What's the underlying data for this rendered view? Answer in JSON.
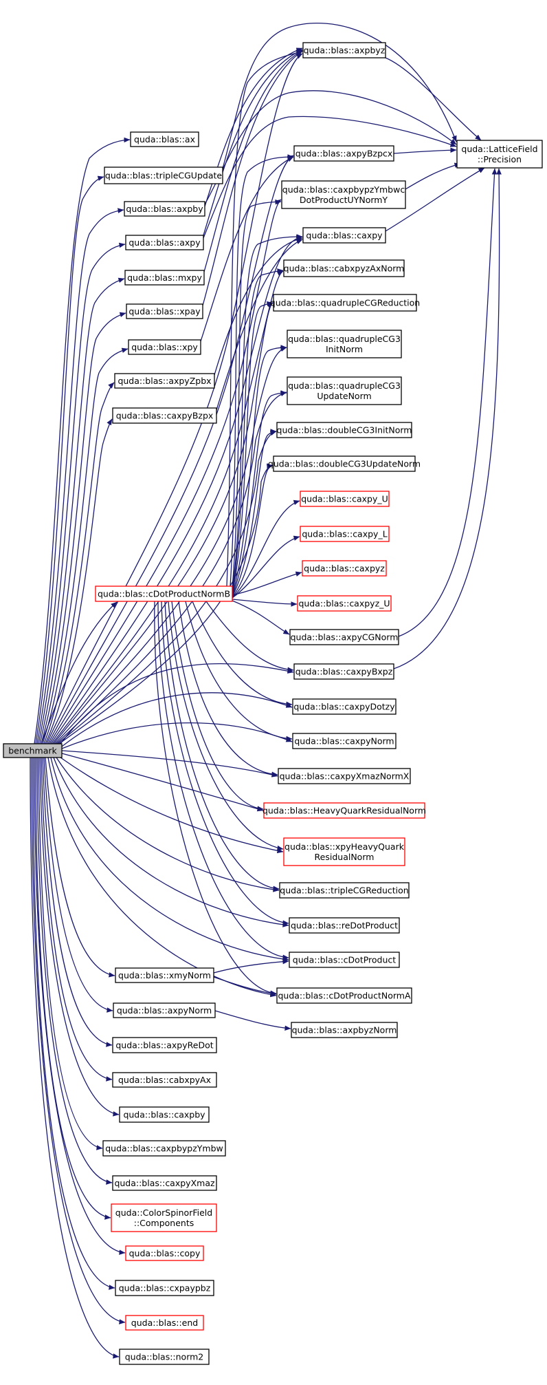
{
  "colors": {
    "edge": "#191970",
    "border_normal": "#000000",
    "border_truncated": "#ff0000",
    "root_fill": "#bfbfbf",
    "node_fill": "#ffffff"
  },
  "nodes": {
    "benchmark": {
      "lines": [
        "benchmark"
      ],
      "style": "root"
    },
    "ax": {
      "lines": [
        "quda::blas::ax"
      ],
      "style": "normal"
    },
    "tripleCGUpdate": {
      "lines": [
        "quda::blas::tripleCGUpdate"
      ],
      "style": "normal"
    },
    "axpby": {
      "lines": [
        "quda::blas::axpby"
      ],
      "style": "normal"
    },
    "axpy": {
      "lines": [
        "quda::blas::axpy"
      ],
      "style": "normal"
    },
    "mxpy": {
      "lines": [
        "quda::blas::mxpy"
      ],
      "style": "normal"
    },
    "xpay": {
      "lines": [
        "quda::blas::xpay"
      ],
      "style": "normal"
    },
    "xpy": {
      "lines": [
        "quda::blas::xpy"
      ],
      "style": "normal"
    },
    "axpyZpbx": {
      "lines": [
        "quda::blas::axpyZpbx"
      ],
      "style": "normal"
    },
    "caxpyBzpx": {
      "lines": [
        "quda::blas::caxpyBzpx"
      ],
      "style": "normal"
    },
    "cDotProductNormB": {
      "lines": [
        "quda::blas::cDotProductNormB"
      ],
      "style": "truncated"
    },
    "xmyNorm": {
      "lines": [
        "quda::blas::xmyNorm"
      ],
      "style": "normal"
    },
    "axpyNorm": {
      "lines": [
        "quda::blas::axpyNorm"
      ],
      "style": "normal"
    },
    "axpyReDot": {
      "lines": [
        "quda::blas::axpyReDot"
      ],
      "style": "normal"
    },
    "cabxpyAx": {
      "lines": [
        "quda::blas::cabxpyAx"
      ],
      "style": "normal"
    },
    "caxpby": {
      "lines": [
        "quda::blas::caxpby"
      ],
      "style": "normal"
    },
    "caxpbypzYmbw": {
      "lines": [
        "quda::blas::caxpbypzYmbw"
      ],
      "style": "normal"
    },
    "caxpyXmaz": {
      "lines": [
        "quda::blas::caxpyXmaz"
      ],
      "style": "normal"
    },
    "Components": {
      "lines": [
        "quda::ColorSpinorField",
        "::Components"
      ],
      "style": "truncated"
    },
    "copy": {
      "lines": [
        "quda::blas::copy"
      ],
      "style": "truncated"
    },
    "cxpaypbz": {
      "lines": [
        "quda::blas::cxpaypbz"
      ],
      "style": "normal"
    },
    "end": {
      "lines": [
        "quda::blas::end"
      ],
      "style": "truncated"
    },
    "norm2": {
      "lines": [
        "quda::blas::norm2"
      ],
      "style": "normal"
    },
    "axpbyz": {
      "lines": [
        "quda::blas::axpbyz"
      ],
      "style": "normal"
    },
    "axpyBzpcx": {
      "lines": [
        "quda::blas::axpyBzpcx"
      ],
      "style": "normal"
    },
    "caxpbypzYmbwcDot": {
      "lines": [
        "quda::blas::caxpbypzYmbwc",
        "DotProductUYNormY"
      ],
      "style": "normal"
    },
    "caxpy": {
      "lines": [
        "quda::blas::caxpy"
      ],
      "style": "normal"
    },
    "cabxpyzAxNorm": {
      "lines": [
        "quda::blas::cabxpyzAxNorm"
      ],
      "style": "normal"
    },
    "quadrupleCGReduction": {
      "lines": [
        "quda::blas::quadrupleCGReduction"
      ],
      "style": "normal"
    },
    "quadrupleCG3InitNorm": {
      "lines": [
        "quda::blas::quadrupleCG3",
        "InitNorm"
      ],
      "style": "normal"
    },
    "quadrupleCG3UpdateNorm": {
      "lines": [
        "quda::blas::quadrupleCG3",
        "UpdateNorm"
      ],
      "style": "normal"
    },
    "doubleCG3InitNorm": {
      "lines": [
        "quda::blas::doubleCG3InitNorm"
      ],
      "style": "normal"
    },
    "doubleCG3UpdateNorm": {
      "lines": [
        "quda::blas::doubleCG3UpdateNorm"
      ],
      "style": "normal"
    },
    "caxpy_U": {
      "lines": [
        "quda::blas::caxpy_U"
      ],
      "style": "truncated"
    },
    "caxpy_L": {
      "lines": [
        "quda::blas::caxpy_L"
      ],
      "style": "truncated"
    },
    "caxpyz": {
      "lines": [
        "quda::blas::caxpyz"
      ],
      "style": "truncated"
    },
    "caxpyz_U": {
      "lines": [
        "quda::blas::caxpyz_U"
      ],
      "style": "truncated"
    },
    "axpyCGNorm": {
      "lines": [
        "quda::blas::axpyCGNorm"
      ],
      "style": "normal"
    },
    "caxpyBxpz": {
      "lines": [
        "quda::blas::caxpyBxpz"
      ],
      "style": "normal"
    },
    "caxpyDotzy": {
      "lines": [
        "quda::blas::caxpyDotzy"
      ],
      "style": "normal"
    },
    "caxpyNorm": {
      "lines": [
        "quda::blas::caxpyNorm"
      ],
      "style": "normal"
    },
    "caxpyXmazNormX": {
      "lines": [
        "quda::blas::caxpyXmazNormX"
      ],
      "style": "normal"
    },
    "HeavyQuarkResidualNorm": {
      "lines": [
        "quda::blas::HeavyQuarkResidualNorm"
      ],
      "style": "truncated"
    },
    "xpyHeavyQuarkResidualNorm": {
      "lines": [
        "quda::blas::xpyHeavyQuark",
        "ResidualNorm"
      ],
      "style": "truncated"
    },
    "tripleCGReduction": {
      "lines": [
        "quda::blas::tripleCGReduction"
      ],
      "style": "normal"
    },
    "reDotProduct": {
      "lines": [
        "quda::blas::reDotProduct"
      ],
      "style": "normal"
    },
    "cDotProduct": {
      "lines": [
        "quda::blas::cDotProduct"
      ],
      "style": "normal"
    },
    "cDotProductNormA": {
      "lines": [
        "quda::blas::cDotProductNormA"
      ],
      "style": "normal"
    },
    "axpbyzNorm": {
      "lines": [
        "quda::blas::axpbyzNorm"
      ],
      "style": "normal"
    },
    "Precision": {
      "lines": [
        "quda::LatticeField",
        "::Precision"
      ],
      "style": "normal"
    }
  }
}
